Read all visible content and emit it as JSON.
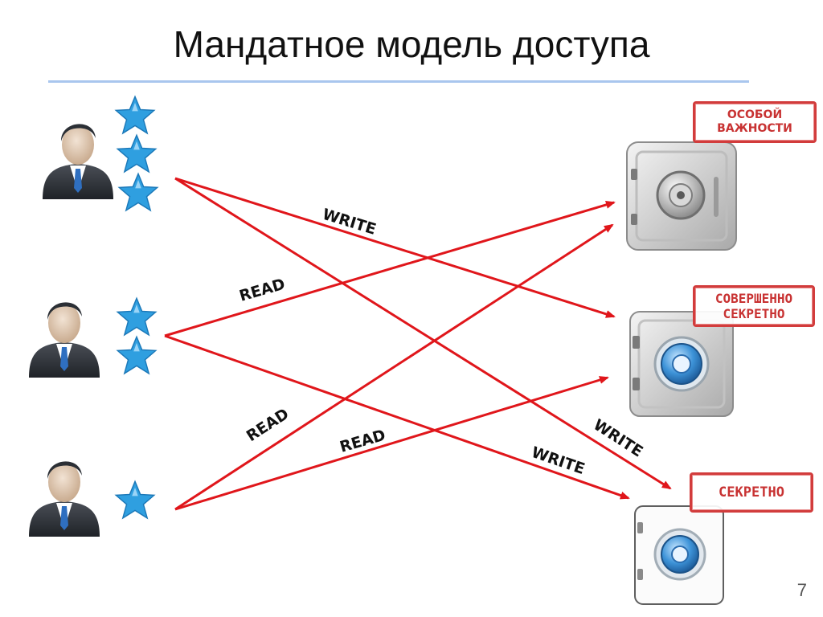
{
  "slide": {
    "title": "Мандатное модель доступа",
    "page_number": "7"
  },
  "labels": {
    "write_top": "WRITE",
    "read_mid": "READ",
    "read_low_left": "READ",
    "read_low_mid": "READ",
    "write_low_right": "WRITE",
    "write_low": "WRITE"
  },
  "stamps": {
    "top_line1": "ОСОБОЙ",
    "top_line2": "ВАЖНОСТИ",
    "mid_line1": "СОВЕРШЕННО",
    "mid_line2": "СЕКРЕТНО",
    "low": "СЕКРЕТНО"
  },
  "users": [
    {
      "name": "user-top",
      "icon": "user-icon",
      "stars": 3
    },
    {
      "name": "user-middle",
      "icon": "user-icon",
      "stars": 2
    },
    {
      "name": "user-bottom",
      "icon": "user-icon",
      "stars": 1
    }
  ],
  "safes": [
    {
      "name": "safe-top",
      "icon": "safe-icon"
    },
    {
      "name": "safe-middle",
      "icon": "safe-icon"
    },
    {
      "name": "safe-bottom",
      "icon": "safe-icon"
    }
  ],
  "colors": {
    "arrow": "#e0161b",
    "star": "#2f9fe0",
    "stamp": "#d23c3c",
    "title_rule": "#a9c6ee"
  }
}
